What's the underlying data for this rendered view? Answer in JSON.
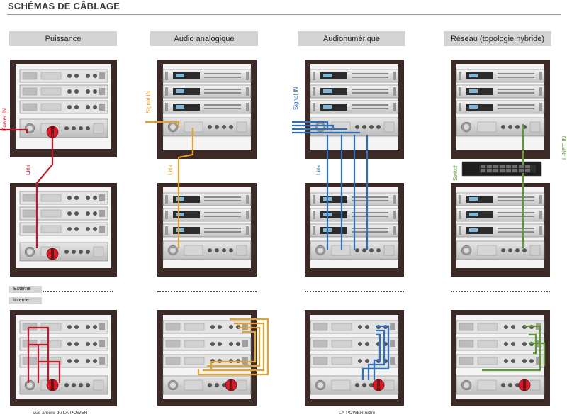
{
  "header": {
    "title": "SCHÉMAS DE CÂBLAGE"
  },
  "columns": [
    {
      "title": "Puissance"
    },
    {
      "title": "Audio analogique"
    },
    {
      "title": "Audionumérique"
    },
    {
      "title": "Réseau (topologie hybride)"
    }
  ],
  "labels": {
    "power_in": "Power IN",
    "link_power": "Link",
    "signal_in_analog": "Signal IN",
    "link_analog": "Link",
    "signal_in_digital": "Signal IN",
    "link_digital": "Link",
    "switch": "Switch",
    "lnet_in": "L-NET IN"
  },
  "tags": {
    "externe": "Externe",
    "interne": "Interne"
  },
  "captions": {
    "rear_view": "Vue arrière du LA-POWER",
    "removed": "LA-POWER retiré"
  },
  "colors": {
    "power": "#c0182a",
    "analog": "#e3a22c",
    "digital": "#2d6fb8",
    "network": "#5e9a2f",
    "frame": "#3b2a26"
  }
}
